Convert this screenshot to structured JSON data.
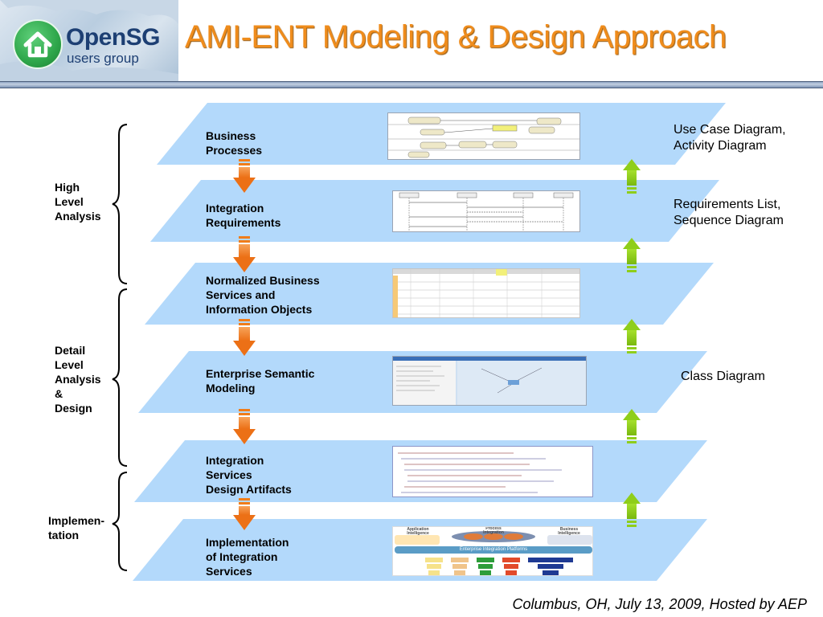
{
  "header": {
    "logo": {
      "name": "OpenSG",
      "subtitle": "users group",
      "icon": "house-icon"
    },
    "title": "AMI-ENT Modeling & Design Approach",
    "title_color": "#ef8c1c"
  },
  "layers": [
    {
      "label": "Business\nProcesses",
      "thumbnail": "activity-diagram-thumbnail"
    },
    {
      "label": "Integration\nRequirements",
      "thumbnail": "sequence-diagram-thumbnail"
    },
    {
      "label": "Normalized Business\nServices and\nInformation Objects",
      "thumbnail": "spreadsheet-thumbnail"
    },
    {
      "label": "Enterprise Semantic\nModeling",
      "thumbnail": "modeling-tool-thumbnail"
    },
    {
      "label": "Integration\nServices\nDesign Artifacts",
      "thumbnail": "code-listing-thumbnail"
    },
    {
      "label": "Implementation\nof Integration\nServices",
      "thumbnail": "integration-platform-thumbnail"
    }
  ],
  "notes": [
    "Use Case Diagram,\nActivity Diagram",
    "Requirements List,\nSequence Diagram",
    "Class Diagram"
  ],
  "groups": [
    "High\nLevel\nAnalysis",
    "Detail\nLevel\nAnalysis\n&\nDesign",
    "Implemen-\ntation"
  ],
  "platform": {
    "top_labels": [
      "Application\nIntelligence",
      "Process\nIntegration",
      "Business\nIntelligence"
    ],
    "bar_label": "Enterprise Integration Platforms"
  },
  "colors": {
    "layer_fill": "#b3d9fb",
    "down_arrow": "#f07d1a",
    "up_arrow": "#8fce1a"
  },
  "footer": "Columbus, OH, July 13, 2009, Hosted by AEP"
}
